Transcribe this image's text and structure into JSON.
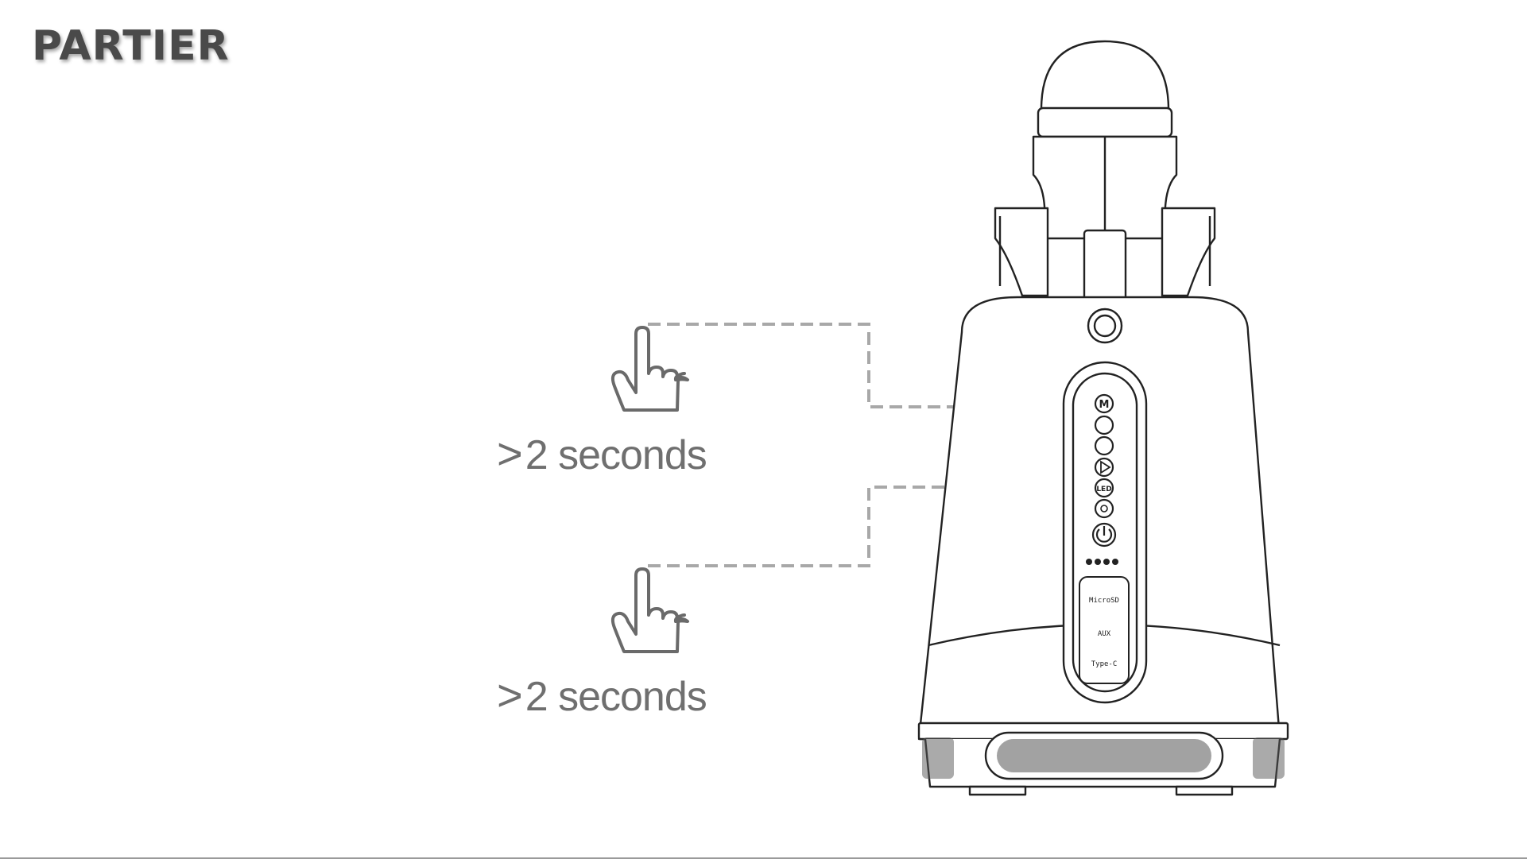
{
  "brand": {
    "name": "PARTIER"
  },
  "instructions": [
    {
      "symbol": ">",
      "duration": "2 seconds",
      "gesture_icon": "pointing-hand-icon"
    },
    {
      "symbol": ">",
      "duration": "2 seconds",
      "gesture_icon": "pointing-hand-icon"
    }
  ],
  "device": {
    "buttons": [
      {
        "icon": "mode-m-icon",
        "label": "M"
      },
      {
        "icon": "next-volume-up-icon",
        "label": ""
      },
      {
        "icon": "prev-volume-down-icon",
        "label": ""
      },
      {
        "icon": "play-pause-icon",
        "label": ""
      },
      {
        "icon": "led-icon",
        "label": "LED"
      },
      {
        "icon": "light-effect-icon",
        "label": ""
      },
      {
        "icon": "power-icon",
        "label": ""
      }
    ],
    "ports": [
      "MicroSD",
      "AUX",
      "Type-C"
    ]
  },
  "colors": {
    "dash": "#a8a8a8",
    "line": "#222222",
    "text": "#6f6f6f"
  }
}
